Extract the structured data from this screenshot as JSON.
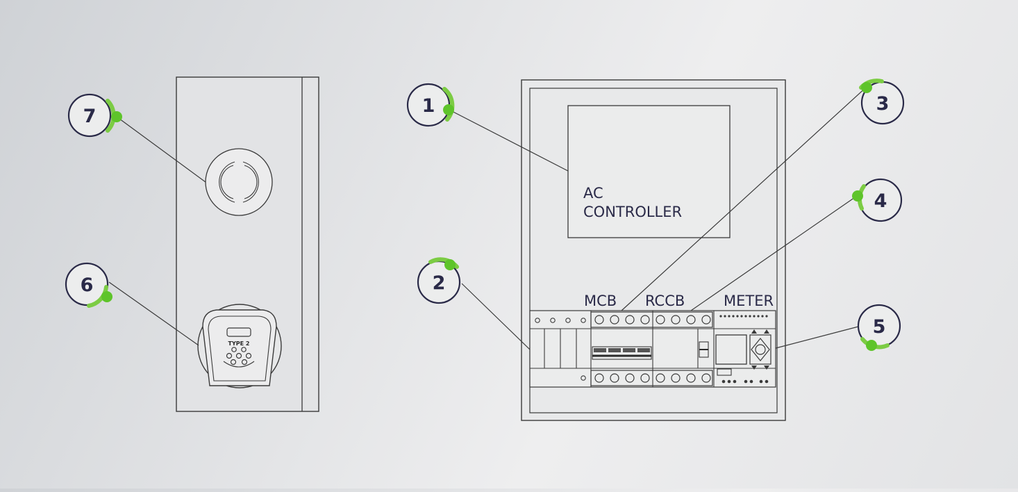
{
  "callouts": [
    {
      "number": "1"
    },
    {
      "number": "2"
    },
    {
      "number": "3"
    },
    {
      "number": "4"
    },
    {
      "number": "5"
    },
    {
      "number": "6"
    },
    {
      "number": "7"
    }
  ],
  "panel": {
    "controller_line1": "AC",
    "controller_line2": "CONTROLLER",
    "mcb_label": "MCB",
    "rccb_label": "RCCB",
    "meter_label": "METER"
  },
  "socket": {
    "type_label": "TYPE 2"
  },
  "colors": {
    "accent": "#66cc33",
    "callout_ring": "#2a2a48",
    "line": "#3a3a3a"
  }
}
